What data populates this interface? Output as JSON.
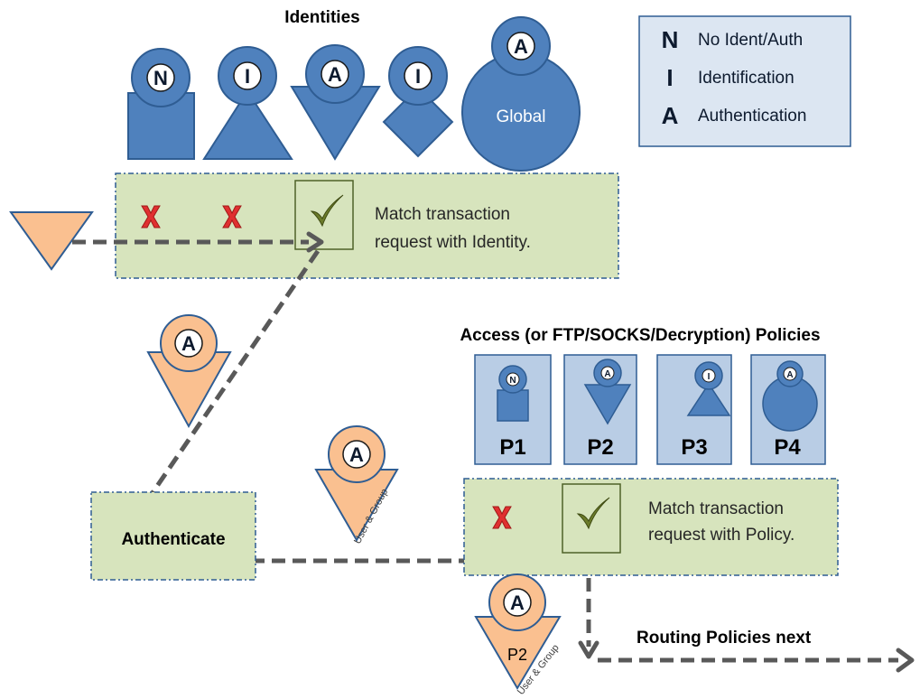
{
  "identities": {
    "title": "Identities",
    "shapes": [
      {
        "letter": "N",
        "shape": "square"
      },
      {
        "letter": "I",
        "shape": "triangle-up"
      },
      {
        "letter": "A",
        "shape": "triangle-down"
      },
      {
        "letter": "I",
        "shape": "diamond"
      },
      {
        "letter": "A",
        "shape": "global-circle",
        "label": "Global"
      }
    ],
    "match_text": [
      "Match transaction",
      "request with Identity."
    ]
  },
  "legend": {
    "items": [
      {
        "key": "N",
        "text": "No Ident/Auth"
      },
      {
        "key": "I",
        "text": "Identification"
      },
      {
        "key": "A",
        "text": "Authentication"
      }
    ]
  },
  "authenticated_user": {
    "letter": "A"
  },
  "authenticate_box": {
    "label": "Authenticate"
  },
  "user_group_figure": {
    "letter": "A",
    "tag": "User & Group"
  },
  "policies": {
    "title": "Access (or FTP/SOCKS/Decryption)  Policies",
    "cards": [
      {
        "label": "P1",
        "letter": "N",
        "shape": "square"
      },
      {
        "label": "P2",
        "letter": "A",
        "shape": "triangle-down"
      },
      {
        "label": "P3",
        "letter": "I",
        "shape": "triangle-up"
      },
      {
        "label": "P4",
        "letter": "A",
        "shape": "circle"
      }
    ],
    "match_text": [
      "Match transaction",
      "request with Policy."
    ]
  },
  "result_figure": {
    "letter": "A",
    "label": "P2",
    "tag": "User & Group"
  },
  "routing": {
    "text": "Routing Policies next"
  },
  "colors": {
    "blue_fill": "#4F81BD",
    "blue_stroke": "#2F5D93",
    "green_panel": "#D7E4BD",
    "legend_fill": "#DCE6F2",
    "card_fill": "#B9CDE5",
    "peach": "#FAC090",
    "arrow": "#595959",
    "red_x": "#E03030"
  }
}
